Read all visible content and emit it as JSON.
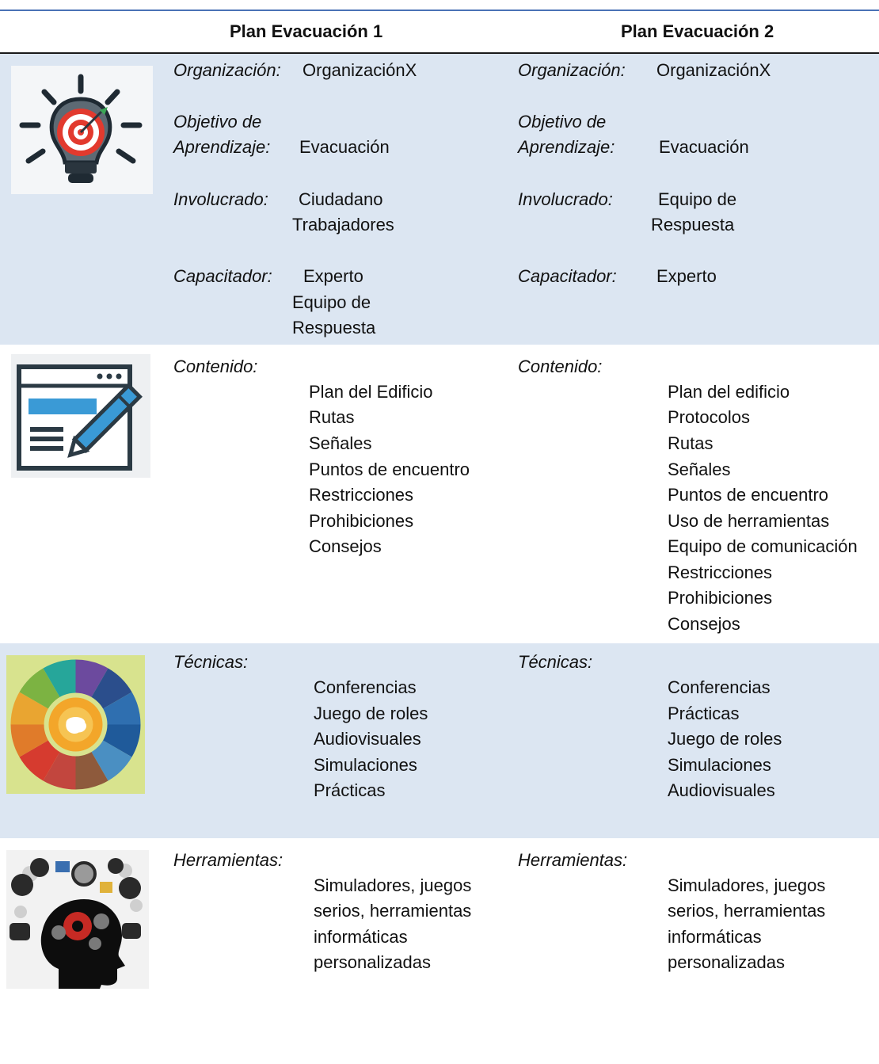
{
  "header": {
    "col1": "Plan Evacuación 1",
    "col2": "Plan Evacuación 2"
  },
  "colors": {
    "top_rule": "#4a72b6",
    "band": "#dce6f2"
  },
  "sections": {
    "profile": {
      "icon": "target-lightbulb-icon",
      "p1": {
        "organizacion_label": "Organización:",
        "organizacion_value": "OrganizaciónX",
        "objetivo_label_1": "Objetivo de",
        "objetivo_label_2": "Aprendizaje:",
        "objetivo_value": "Evacuación",
        "involucrado_label": "Involucrado:",
        "involucrado_values": [
          "Ciudadano",
          "Trabajadores"
        ],
        "capacitador_label": "Capacitador:",
        "capacitador_values": [
          "Experto",
          "Equipo de",
          "Respuesta"
        ]
      },
      "p2": {
        "organizacion_label": "Organización:",
        "organizacion_value": "OrganizaciónX",
        "objetivo_label_1": "Objetivo de",
        "objetivo_label_2": "Aprendizaje:",
        "objetivo_value": "Evacuación",
        "involucrado_label": "Involucrado:",
        "involucrado_values": [
          "Equipo de",
          "Respuesta"
        ],
        "capacitador_label": "Capacitador:",
        "capacitador_values": [
          "Experto"
        ]
      }
    },
    "contenido": {
      "icon": "document-edit-icon",
      "label": "Contenido:",
      "p1": [
        "Plan del Edificio",
        "Rutas",
        "Señales",
        "Puntos de encuentro",
        "Restricciones",
        "Prohibiciones",
        "Consejos"
      ],
      "p2": [
        "Plan del edificio",
        "Protocolos",
        "Rutas",
        "Señales",
        "Puntos de encuentro",
        "Uso de herramientas",
        "Equipo de comunicación",
        "Restricciones",
        "Prohibiciones",
        "Consejos"
      ]
    },
    "tecnicas": {
      "icon": "learning-wheel-icon",
      "label": "Técnicas:",
      "p1": [
        "Conferencias",
        "Juego de roles",
        "Audiovisuales",
        "Simulaciones",
        "Prácticas"
      ],
      "p2": [
        "Conferencias",
        "Prácticas",
        "Juego de roles",
        "Simulaciones",
        "Audiovisuales"
      ]
    },
    "herramientas": {
      "icon": "head-gears-icon",
      "label": "Herramientas:",
      "p1": [
        "Simuladores, juegos",
        "serios, herramientas",
        "informáticas",
        "personalizadas"
      ],
      "p2": [
        "Simuladores, juegos",
        "serios, herramientas",
        "informáticas",
        "personalizadas"
      ]
    }
  }
}
